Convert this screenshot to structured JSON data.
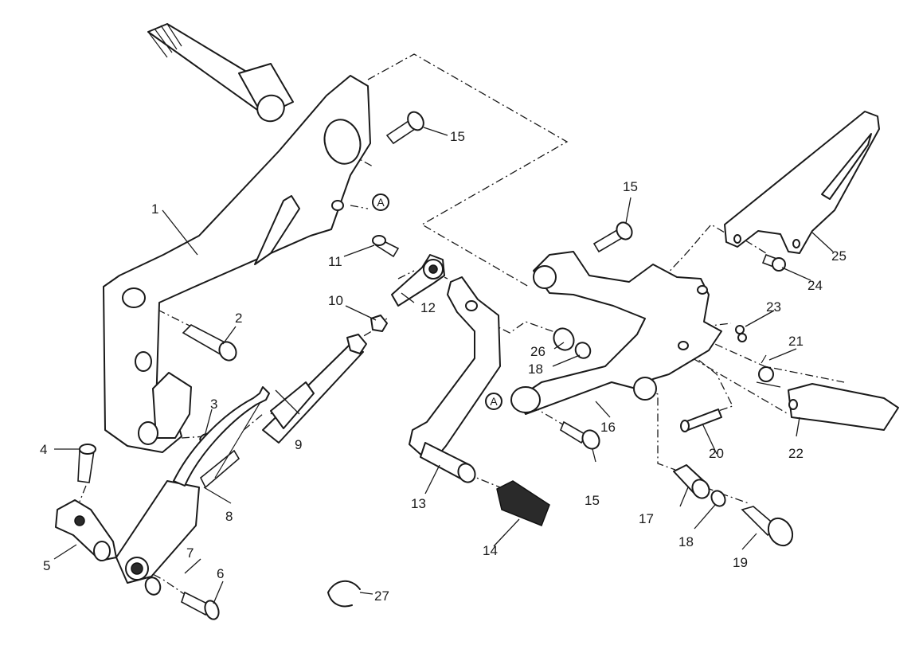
{
  "diagram": {
    "title": "",
    "reference_marker": "A",
    "labels": {
      "p1": "1",
      "p2": "2",
      "p3": "3",
      "p4": "4",
      "p5": "5",
      "p6": "6",
      "p7": "7",
      "p8": "8",
      "p9": "9",
      "p10": "10",
      "p11": "11",
      "p12": "12",
      "p13": "13",
      "p14": "14",
      "p15a": "15",
      "p15b": "15",
      "p15c": "15",
      "p16": "16",
      "p17": "17",
      "p18a": "18",
      "p18b": "18",
      "p19": "19",
      "p20": "20",
      "p21": "21",
      "p22": "22",
      "p23": "23",
      "p24": "24",
      "p25": "25",
      "p26": "26",
      "p27": "27"
    },
    "colors": {
      "line": "#1a1a1a",
      "background": "#ffffff",
      "rubber": "#2a2a2a"
    }
  }
}
